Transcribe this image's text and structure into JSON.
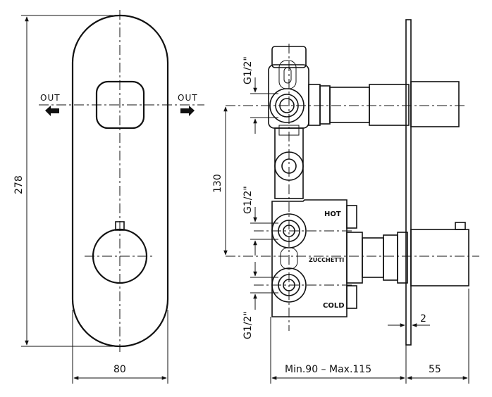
{
  "front_view": {
    "out_left_label": "OUT",
    "out_right_label": "OUT",
    "height_dim": "278",
    "width_dim": "80"
  },
  "side_view": {
    "thread_top": "G1/2\"",
    "thread_middle": "G1/2\"",
    "thread_bottom": "G1/2\"",
    "spacing_dim": "130",
    "hot_label": "HOT",
    "brand_label": "ZUCCHETTI",
    "cold_label": "COLD",
    "plate_thickness_dim": "2",
    "depth_range_dim": "Min.90 – Max.115",
    "depth_extra_dim": "55"
  }
}
